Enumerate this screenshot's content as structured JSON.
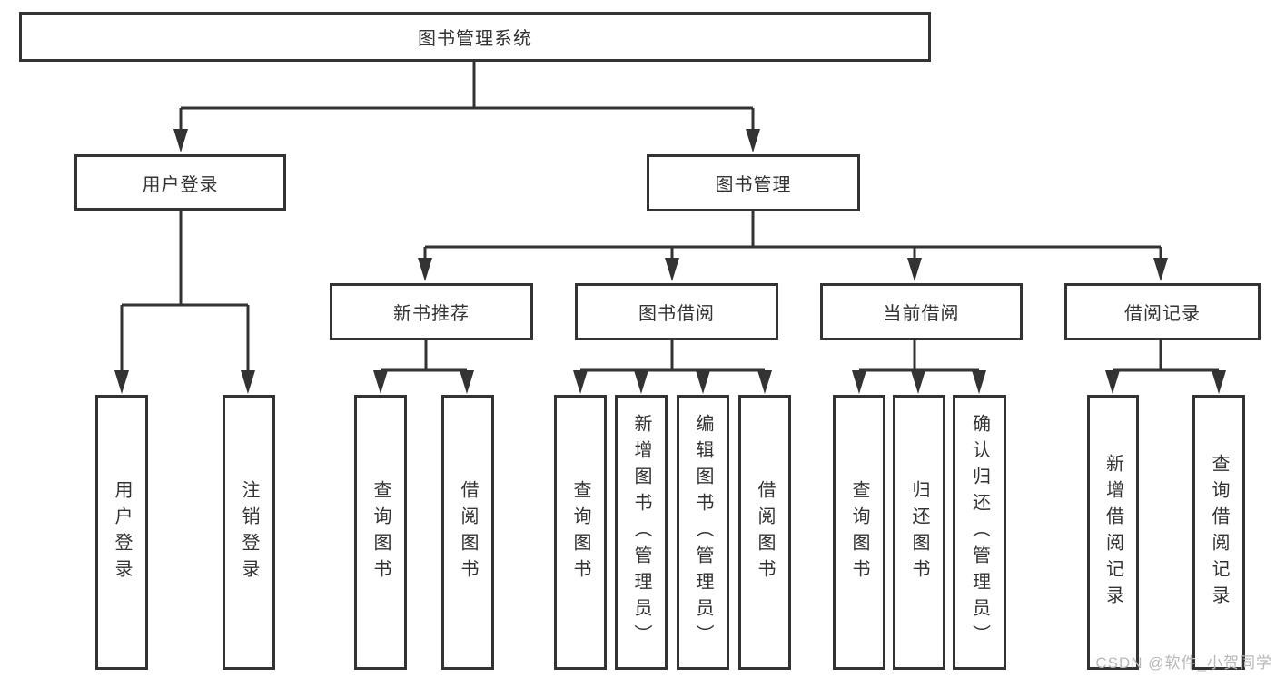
{
  "diagram": {
    "root": {
      "label": "图书管理系统"
    },
    "user_login": {
      "label": "用户登录",
      "children": [
        {
          "label": "用户登录"
        },
        {
          "label": "注销登录"
        }
      ]
    },
    "book_management": {
      "label": "图书管理",
      "sections": [
        {
          "label": "新书推荐",
          "children": [
            {
              "label": "查询图书"
            },
            {
              "label": "借阅图书"
            }
          ]
        },
        {
          "label": "图书借阅",
          "children": [
            {
              "label": "查询图书"
            },
            {
              "label": "新增图书（管理员）"
            },
            {
              "label": "编辑图书（管理员）"
            },
            {
              "label": "借阅图书"
            }
          ]
        },
        {
          "label": "当前借阅",
          "children": [
            {
              "label": "查询图书"
            },
            {
              "label": "归还图书"
            },
            {
              "label": "确认归还（管理员）"
            }
          ]
        },
        {
          "label": "借阅记录",
          "children": [
            {
              "label": "新增借阅记录"
            },
            {
              "label": "查询借阅记录"
            }
          ]
        }
      ]
    }
  },
  "watermark": {
    "label": "CSDN @软件_小贺同学"
  },
  "colors": {
    "line": "#333333",
    "text": "#333333",
    "box_background": "#ffffff",
    "watermark": "#b9b9b9",
    "page_background": "#ffffff"
  }
}
